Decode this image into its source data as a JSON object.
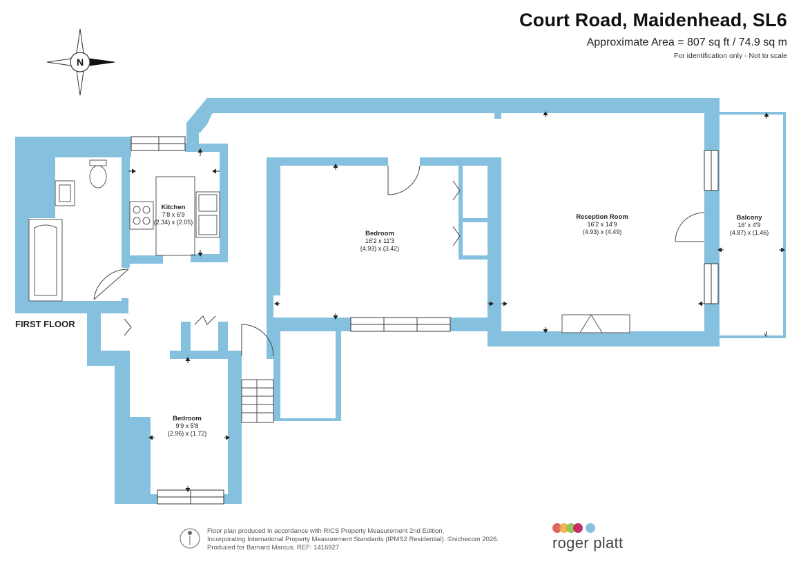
{
  "header": {
    "title": "Court Road, Maidenhead, SL6",
    "area": "Approximate Area = 807 sq ft / 74.9 sq m",
    "disclaimer": "For identification only - Not to scale"
  },
  "compass": {
    "label": "N"
  },
  "floor_label": "FIRST FLOOR",
  "rooms": {
    "kitchen": {
      "name": "Kitchen",
      "imperial": "7'8 x 6'9",
      "metric": "(2.34) x (2.05)"
    },
    "bedroom_main": {
      "name": "Bedroom",
      "imperial": "16'2 x 11'3",
      "metric": "(4.93) x (3.42)"
    },
    "reception": {
      "name": "Reception Room",
      "imperial": "16'2 x 14'9",
      "metric": "(4.93) x (4.49)"
    },
    "balcony": {
      "name": "Balcony",
      "imperial": "16' x 4'9",
      "metric": "(4.87) x (1.46)"
    },
    "bedroom_small": {
      "name": "Bedroom",
      "imperial": "9'9 x 5'8",
      "metric": "(2.96) x (1.72)"
    }
  },
  "footer": {
    "line1": "Floor plan produced in accordance with RICS Property Measurement 2nd Edition,",
    "line2": "Incorporating International Property Measurement Standards (IPMS2 Residential).  ©nichecom 2026.",
    "line3": "Produced for Barnard Marcus.   REF:  1416927"
  },
  "brand": {
    "name": "roger platt",
    "dot_colors": [
      "#d9534f",
      "#f0ad4e",
      "#8bc34a",
      "#c2185b",
      "#7fb8d8"
    ]
  },
  "colors": {
    "wall": "#85c1de",
    "text": "#222222"
  }
}
